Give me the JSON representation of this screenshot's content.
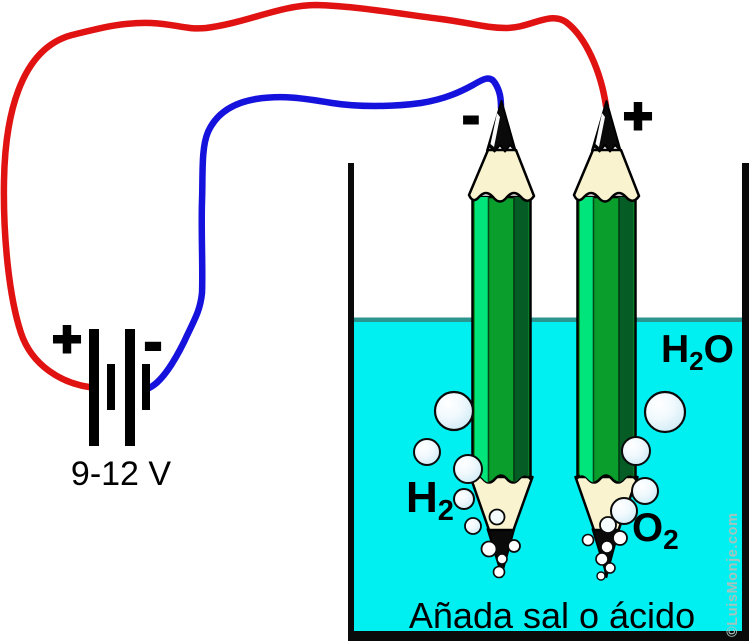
{
  "diagram": {
    "battery": {
      "plus": "+",
      "minus": "-",
      "voltage": "9-12 V"
    },
    "electrodes": {
      "cathode_sign": "-",
      "anode_sign": "+"
    },
    "chemistry": {
      "water": {
        "symbol": "H",
        "sub": "2",
        "tail": "O"
      },
      "hydrogen": {
        "symbol": "H",
        "sub": "2"
      },
      "oxygen": {
        "symbol": "O",
        "sub": "2"
      }
    },
    "instruction": "Añada sal o ácido",
    "credit": "©LuisMonje.com",
    "colors": {
      "wire_positive": "#e11212",
      "wire_negative": "#1612dd",
      "water": "#00f0f2",
      "water_surface": "#2b968f",
      "pencil_light": "#00e57b",
      "pencil_mid": "#0a9e2c",
      "pencil_dark": "#055c24",
      "pencil_wood": "#f9f4cf",
      "graphite": "#0a0a0a",
      "outline": "#000000",
      "bubble_light": "#dff1f9",
      "credit_color": "#a6c3bd"
    }
  }
}
